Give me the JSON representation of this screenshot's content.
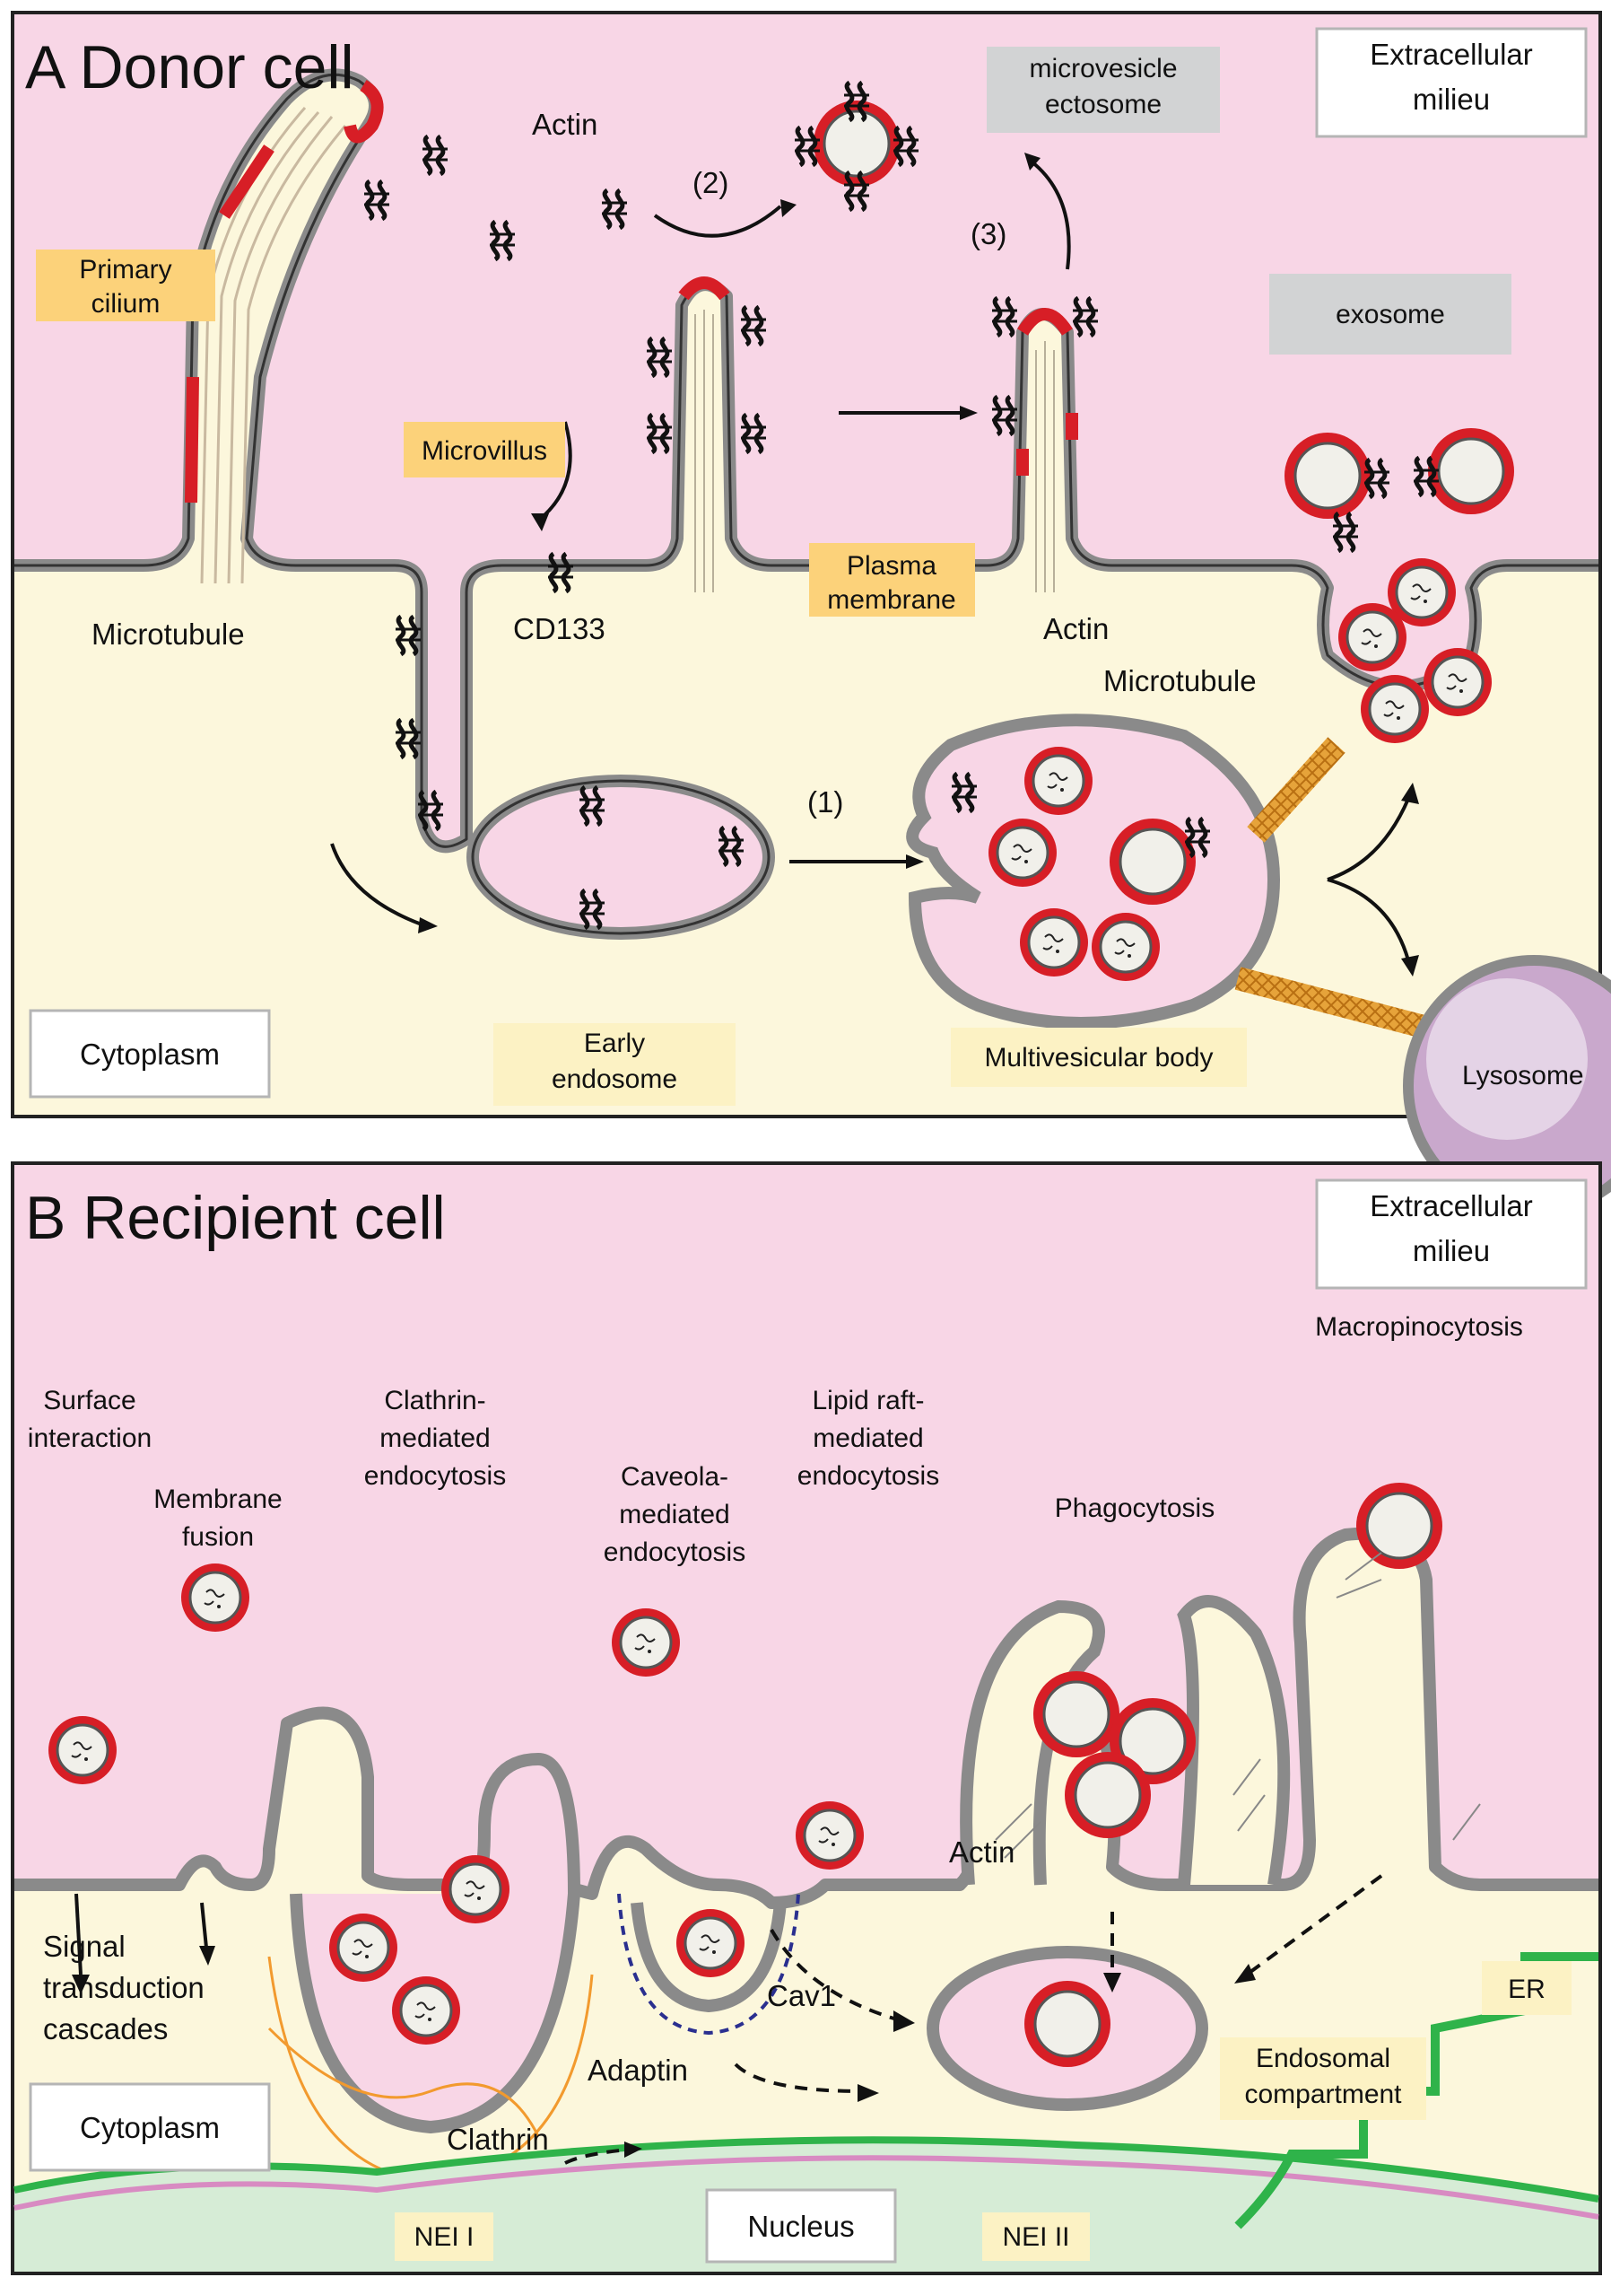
{
  "panel_a": {
    "title": "A Donor cell",
    "extracellular_line1": "Extracellular",
    "extracellular_line2": "milieu",
    "microvesicle_line1": "microvesicle",
    "microvesicle_line2": "ectosome",
    "exosome": "exosome",
    "primary_cilium_line1": "Primary",
    "primary_cilium_line2": "cilium",
    "microvillus": "Microvillus",
    "plasma_membrane_line1": "Plasma",
    "plasma_membrane_line2": "membrane",
    "actin_top": "Actin",
    "actin_bottom": "Actin",
    "microtubule_left": "Microtubule",
    "microtubule_right": "Microtubule",
    "cd133": "CD133",
    "step1": "(1)",
    "step2": "(2)",
    "step3": "(3)",
    "cytoplasm": "Cytoplasm",
    "early_endosome_line1": "Early",
    "early_endosome_line2": "endosome",
    "mvb": "Multivesicular body",
    "lysosome": "Lysosome"
  },
  "panel_b": {
    "title": "B Recipient cell",
    "extracellular_line1": "Extracellular",
    "extracellular_line2": "milieu",
    "macropinocytosis": "Macropinocytosis",
    "surface_line1": "Surface",
    "surface_line2": "interaction",
    "fusion_line1": "Membrane",
    "fusion_line2": "fusion",
    "clathrin_endo_line1": "Clathrin-",
    "clathrin_endo_line2": "mediated",
    "clathrin_endo_line3": "endocytosis",
    "caveola_line1": "Caveola-",
    "caveola_line2": "mediated",
    "caveola_line3": "endocytosis",
    "lipid_line1": "Lipid raft-",
    "lipid_line2": "mediated",
    "lipid_line3": "endocytosis",
    "phagocytosis": "Phagocytosis",
    "actin": "Actin",
    "signal_line1": "Signal",
    "signal_line2": "transduction",
    "signal_line3": "cascades",
    "cav1": "Cav1",
    "adaptin": "Adaptin",
    "clathrin": "Clathrin",
    "cytoplasm": "Cytoplasm",
    "endosomal_line1": "Endosomal",
    "endosomal_line2": "compartment",
    "er": "ER",
    "nucleus": "Nucleus",
    "nei1": "NEI I",
    "nei2": "NEI II"
  },
  "colors": {
    "extracellular": "#f8d6e6",
    "cytoplasm": "#fcf7dc",
    "membrane": "#8a8a8a",
    "cargo_red": "#d71e26",
    "label_orange": "#fcd27a",
    "label_yellow": "#fcf2c4",
    "label_grey": "#d2d3d4",
    "nucleus": "#d6ecd6",
    "er_green": "#2fb34a",
    "caveolin_blue": "#2a2f8f",
    "clathrin_orange": "#f29a2e"
  }
}
